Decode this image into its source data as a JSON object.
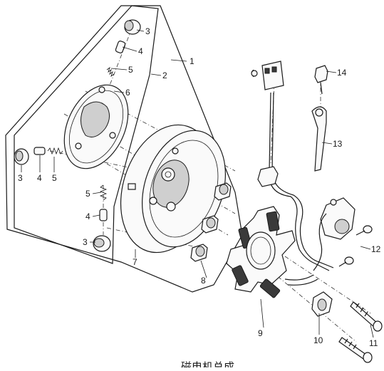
{
  "diagram": {
    "caption": "磁电机总成",
    "callouts": [
      {
        "id": "c1",
        "label": "1"
      },
      {
        "id": "c2",
        "label": "2"
      },
      {
        "id": "c3a",
        "label": "3"
      },
      {
        "id": "c3b",
        "label": "3"
      },
      {
        "id": "c3c",
        "label": "3"
      },
      {
        "id": "c4a",
        "label": "4"
      },
      {
        "id": "c4b",
        "label": "4"
      },
      {
        "id": "c4c",
        "label": "4"
      },
      {
        "id": "c5a",
        "label": "5"
      },
      {
        "id": "c5b",
        "label": "5"
      },
      {
        "id": "c5c",
        "label": "5"
      },
      {
        "id": "c6",
        "label": "6"
      },
      {
        "id": "c7",
        "label": "7"
      },
      {
        "id": "c8",
        "label": "8"
      },
      {
        "id": "c9",
        "label": "9"
      },
      {
        "id": "c10",
        "label": "10"
      },
      {
        "id": "c11",
        "label": "11"
      },
      {
        "id": "c12",
        "label": "12"
      },
      {
        "id": "c13",
        "label": "13"
      },
      {
        "id": "c14",
        "label": "14"
      }
    ]
  },
  "colors": {
    "line": "#1a1a1a",
    "background": "#ffffff"
  }
}
